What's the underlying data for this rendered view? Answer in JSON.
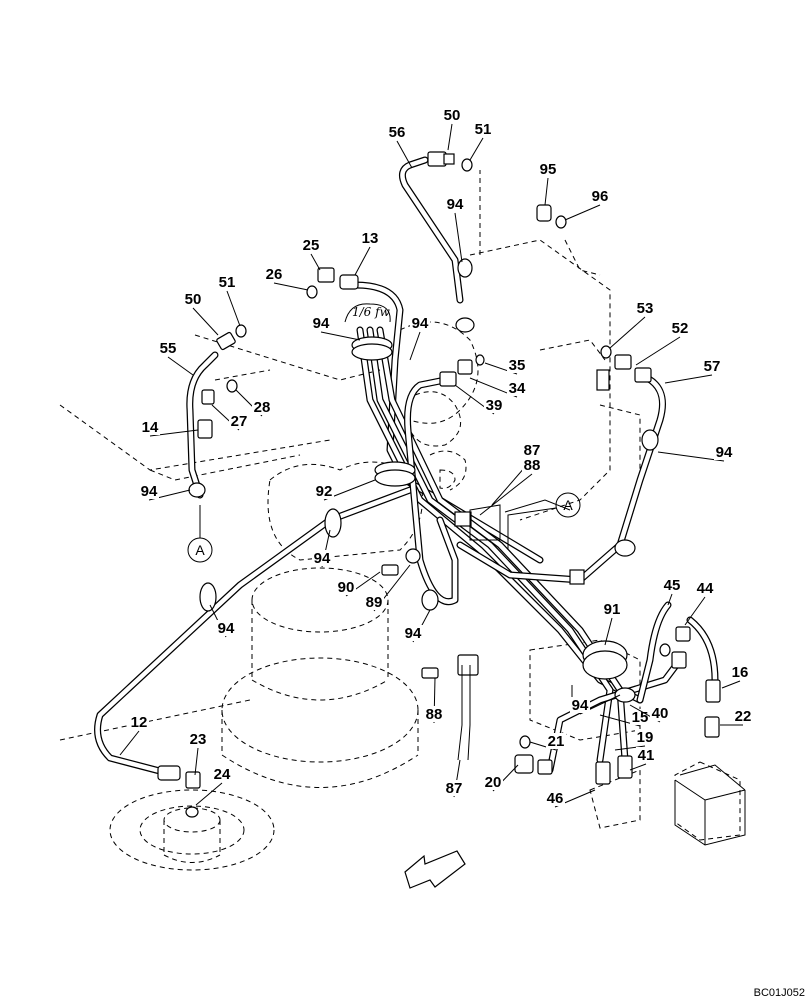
{
  "drawing_code": "BC01J052",
  "handwritten_note": "1/6 fw",
  "reference_marker": "A",
  "callouts": [
    "56",
    "50",
    "51",
    "95",
    "96",
    "94",
    "25",
    "13",
    "26",
    "51",
    "50",
    "55",
    "94",
    "94",
    "35",
    "34",
    "39",
    "53",
    "52",
    "57",
    "28",
    "27",
    "14",
    "94",
    "87",
    "88",
    "92",
    "94",
    "94",
    "90",
    "89",
    "94",
    "94",
    "91",
    "45",
    "44",
    "16",
    "88",
    "12",
    "23",
    "24",
    "87",
    "21",
    "20",
    "94",
    "15",
    "40",
    "19",
    "41",
    "46",
    "22"
  ]
}
